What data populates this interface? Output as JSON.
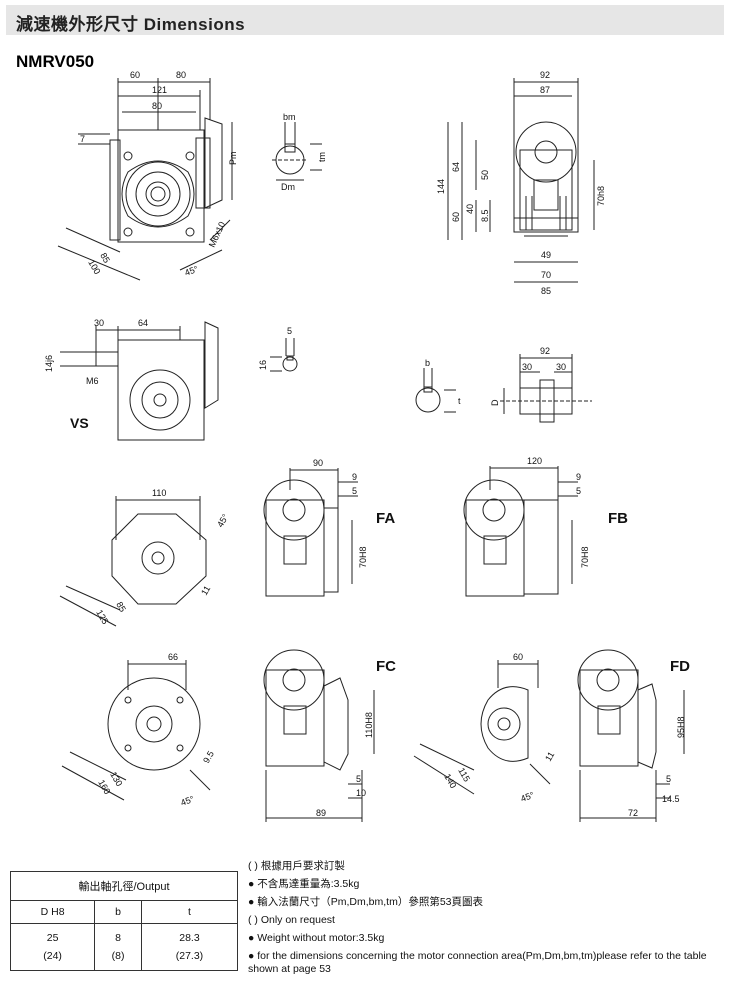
{
  "header": {
    "title": "減速機外形尺寸  Dimensions"
  },
  "model": "NMRV050",
  "labels": {
    "vs": "VS",
    "fa": "FA",
    "fb": "FB",
    "fc": "FC",
    "fd": "FD"
  },
  "dims": {
    "d60": "60",
    "d80": "80",
    "d121": "121",
    "d80b": "80",
    "d7": "7",
    "pm": "Pm",
    "d85": "85",
    "d100": "100",
    "m6x10": "M6x10",
    "a45": "45°",
    "bm": "bm",
    "tm": "tm",
    "dm": "Dm",
    "d92": "92",
    "d87": "87",
    "d144": "144",
    "d64": "64",
    "d50": "50",
    "d60b": "60",
    "d40": "40",
    "d85b": "8.5",
    "d70h8": "70h8",
    "d49": "49",
    "d70": "70",
    "d85c": "85",
    "d30": "30",
    "d64b": "64",
    "d14j6": "14j6",
    "m6": "M6",
    "d5": "5",
    "d16": "16",
    "b": "b",
    "t": "t",
    "D": "D",
    "d92b": "92",
    "d30a": "30",
    "d30b": "30",
    "fa110": "110",
    "fa45": "45°",
    "fa11": "11",
    "fa85": "85",
    "fa125": "125",
    "fa90": "90",
    "fa9": "9",
    "fa5": "5",
    "fa70h8": "70H8",
    "fb120": "120",
    "fb9": "9",
    "fb5": "5",
    "fb70h8": "70H8",
    "fc66": "66",
    "fc95": "9.5",
    "fc130": "130",
    "fc160": "160",
    "fc45": "45°",
    "fc110h8": "110H8",
    "fc5": "5",
    "fc10": "10",
    "fc89": "89",
    "fd60": "60",
    "fd11": "11",
    "fd115": "115",
    "fd140": "140",
    "fd45": "45°",
    "fd95h8": "95H8",
    "fd5": "5",
    "fd145": "14.5",
    "fd72": "72"
  },
  "table": {
    "caption": "輸出軸孔徑/Output",
    "headers": [
      "D H8",
      "b",
      "t"
    ],
    "rows": [
      [
        "25",
        "8",
        "28.3"
      ],
      [
        "(24)",
        "(8)",
        "(27.3)"
      ]
    ]
  },
  "notes": [
    "(   ) 根據用戶要求訂製",
    "● 不含馬達重量為:3.5kg",
    "● 輸入法蘭尺寸（Pm,Dm,bm,tm）參照第53頁圖表",
    "(   ) Only on request",
    "● Weight without motor:3.5kg",
    "● for the dimensions concerning the motor connection area(Pm,Dm,bm,tm)please refer to the table shown at page 53"
  ]
}
